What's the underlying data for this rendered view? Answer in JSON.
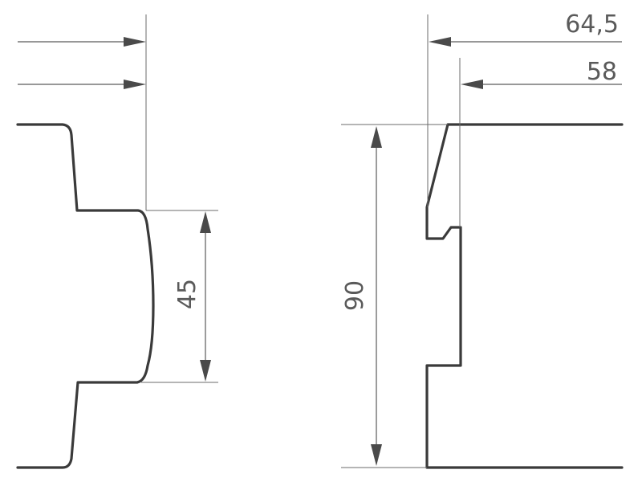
{
  "dimensions": {
    "width_total": "64,5",
    "width_front": "58",
    "height_center": "45",
    "height_total": "90"
  }
}
